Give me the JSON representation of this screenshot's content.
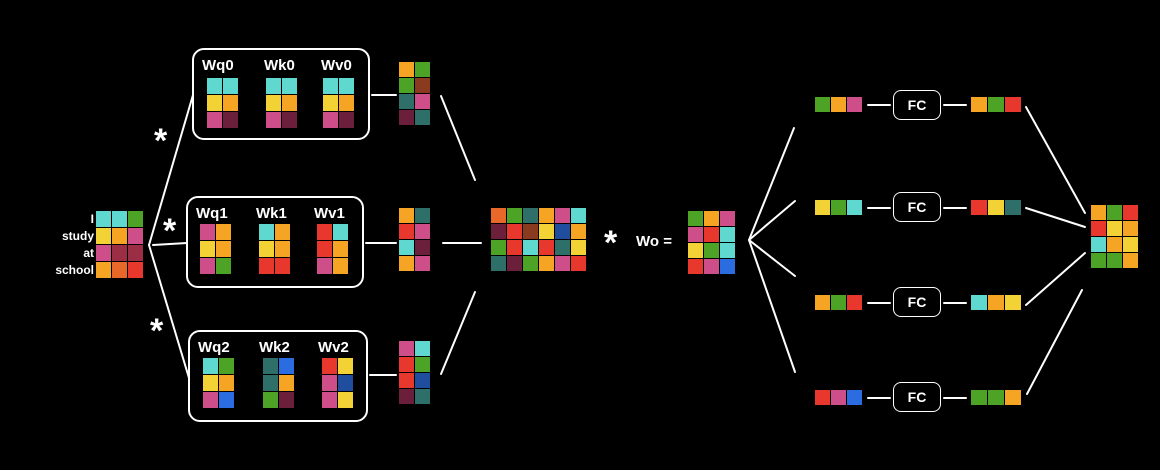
{
  "colors": {
    "C": "#5fd9cf",
    "Y": "#f2d234",
    "O": "#f5a423",
    "M": "#ce4e8a",
    "R": "#e8382e",
    "G": "#4ca326",
    "B": "#2b6de0",
    "F": "#e8682a",
    "P": "#9b2e45",
    "D": "#8a3a1f",
    "N": "#1f4e9e",
    "S": "#2f6f6a",
    "K": "#6b1f3a",
    "L": "#8bd93a"
  },
  "tokens": [
    "I",
    "study",
    "at",
    "school"
  ],
  "input_matrix": [
    [
      "C",
      "C",
      "G"
    ],
    [
      "Y",
      "O",
      "M"
    ],
    [
      "M",
      "P",
      "P"
    ],
    [
      "O",
      "F",
      "R"
    ]
  ],
  "heads": [
    {
      "labels": [
        "Wq0",
        "Wk0",
        "Wv0"
      ],
      "matrices": [
        [
          [
            "C",
            "C"
          ],
          [
            "Y",
            "O"
          ],
          [
            "M",
            "K"
          ]
        ],
        [
          [
            "C",
            "C"
          ],
          [
            "Y",
            "O"
          ],
          [
            "M",
            "K"
          ]
        ],
        [
          [
            "C",
            "C"
          ],
          [
            "Y",
            "O"
          ],
          [
            "M",
            "K"
          ]
        ]
      ],
      "output": [
        [
          "O",
          "G"
        ],
        [
          "G",
          "D"
        ],
        [
          "S",
          "M"
        ],
        [
          "K",
          "S"
        ]
      ]
    },
    {
      "labels": [
        "Wq1",
        "Wk1",
        "Wv1"
      ],
      "matrices": [
        [
          [
            "M",
            "O"
          ],
          [
            "Y",
            "O"
          ],
          [
            "M",
            "G"
          ]
        ],
        [
          [
            "C",
            "O"
          ],
          [
            "Y",
            "O"
          ],
          [
            "R",
            "R"
          ]
        ],
        [
          [
            "R",
            "C"
          ],
          [
            "R",
            "O"
          ],
          [
            "M",
            "O"
          ]
        ]
      ],
      "output": [
        [
          "O",
          "S"
        ],
        [
          "R",
          "M"
        ],
        [
          "C",
          "K"
        ],
        [
          "O",
          "M"
        ]
      ]
    },
    {
      "labels": [
        "Wq2",
        "Wk2",
        "Wv2"
      ],
      "matrices": [
        [
          [
            "C",
            "G"
          ],
          [
            "Y",
            "O"
          ],
          [
            "M",
            "B"
          ]
        ],
        [
          [
            "S",
            "B"
          ],
          [
            "S",
            "O"
          ],
          [
            "G",
            "K"
          ]
        ],
        [
          [
            "R",
            "Y"
          ],
          [
            "M",
            "N"
          ],
          [
            "M",
            "Y"
          ]
        ]
      ],
      "output": [
        [
          "M",
          "C"
        ],
        [
          "R",
          "G"
        ],
        [
          "R",
          "N"
        ],
        [
          "K",
          "S"
        ]
      ]
    }
  ],
  "concat_matrix": [
    [
      "F",
      "G",
      "S",
      "O",
      "M",
      "C"
    ],
    [
      "K",
      "R",
      "D",
      "Y",
      "N",
      "O"
    ],
    [
      "G",
      "R",
      "C",
      "R",
      "S",
      "Y"
    ],
    [
      "S",
      "K",
      "G",
      "O",
      "M",
      "R"
    ]
  ],
  "mult_symbol": "*",
  "wo_label": "Wo =",
  "wo_matrix": [
    [
      "G",
      "O",
      "M"
    ],
    [
      "M",
      "R",
      "C"
    ],
    [
      "Y",
      "G",
      "C"
    ],
    [
      "R",
      "M",
      "B"
    ]
  ],
  "fc_label": "FC",
  "fc_rows": [
    {
      "in": [
        "G",
        "O",
        "M"
      ],
      "out": [
        "O",
        "G",
        "R"
      ]
    },
    {
      "in": [
        "Y",
        "G",
        "C"
      ],
      "out": [
        "R",
        "Y",
        "S"
      ]
    },
    {
      "in": [
        "O",
        "G",
        "R"
      ],
      "out": [
        "C",
        "O",
        "Y"
      ]
    },
    {
      "in": [
        "R",
        "M",
        "B"
      ],
      "out": [
        "G",
        "G",
        "O"
      ]
    }
  ],
  "final_matrix": [
    [
      "O",
      "G",
      "R"
    ],
    [
      "R",
      "Y",
      "O"
    ],
    [
      "C",
      "O",
      "Y"
    ],
    [
      "G",
      "G",
      "O"
    ]
  ]
}
